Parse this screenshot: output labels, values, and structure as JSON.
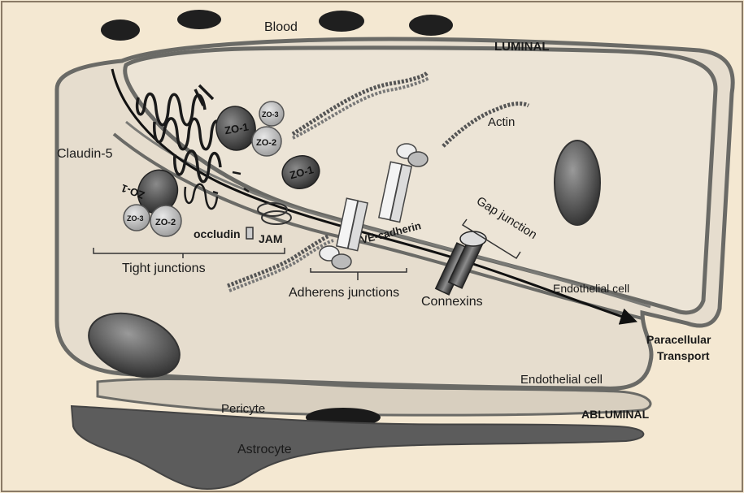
{
  "diagram": {
    "labels": {
      "blood": "Blood",
      "luminal": "LUMINAL",
      "abluminal": "ABLUMINAL",
      "claudin": "Claudin-5",
      "occludin": "occludin",
      "jam": "JAM",
      "tight_junctions": "Tight junctions",
      "actin": "Actin",
      "ve_cadherin": "VE-cadherin",
      "adherens_junctions": "Adherens junctions",
      "gap_junction": "Gap junction",
      "connexins": "Connexins",
      "endothelial_cell_upper": "Endothelial cell",
      "endothelial_cell_lower": "Endothelial cell",
      "paracellular_1": "Paracellular",
      "paracellular_2": "Transport",
      "pericyte": "Pericyte",
      "astrocyte": "Astrocyte",
      "zo1_a": "ZO-1",
      "zo3_a": "ZO-3",
      "zo2_a": "ZO-2",
      "zo1_b": "ZO-1",
      "zo1_c": "ZO-1",
      "zo3_b": "ZO-3",
      "zo2_b": "ZO-2"
    },
    "colors": {
      "background": "#f4e8d2",
      "membrane": "#6a6a66",
      "cell_fill": "#ece4d6",
      "nucleus": "#5a5a5a",
      "protein_dark": "#3a3a3a",
      "protein_mid": "#9a9a9a",
      "astrocyte": "#5f5f5f"
    }
  }
}
